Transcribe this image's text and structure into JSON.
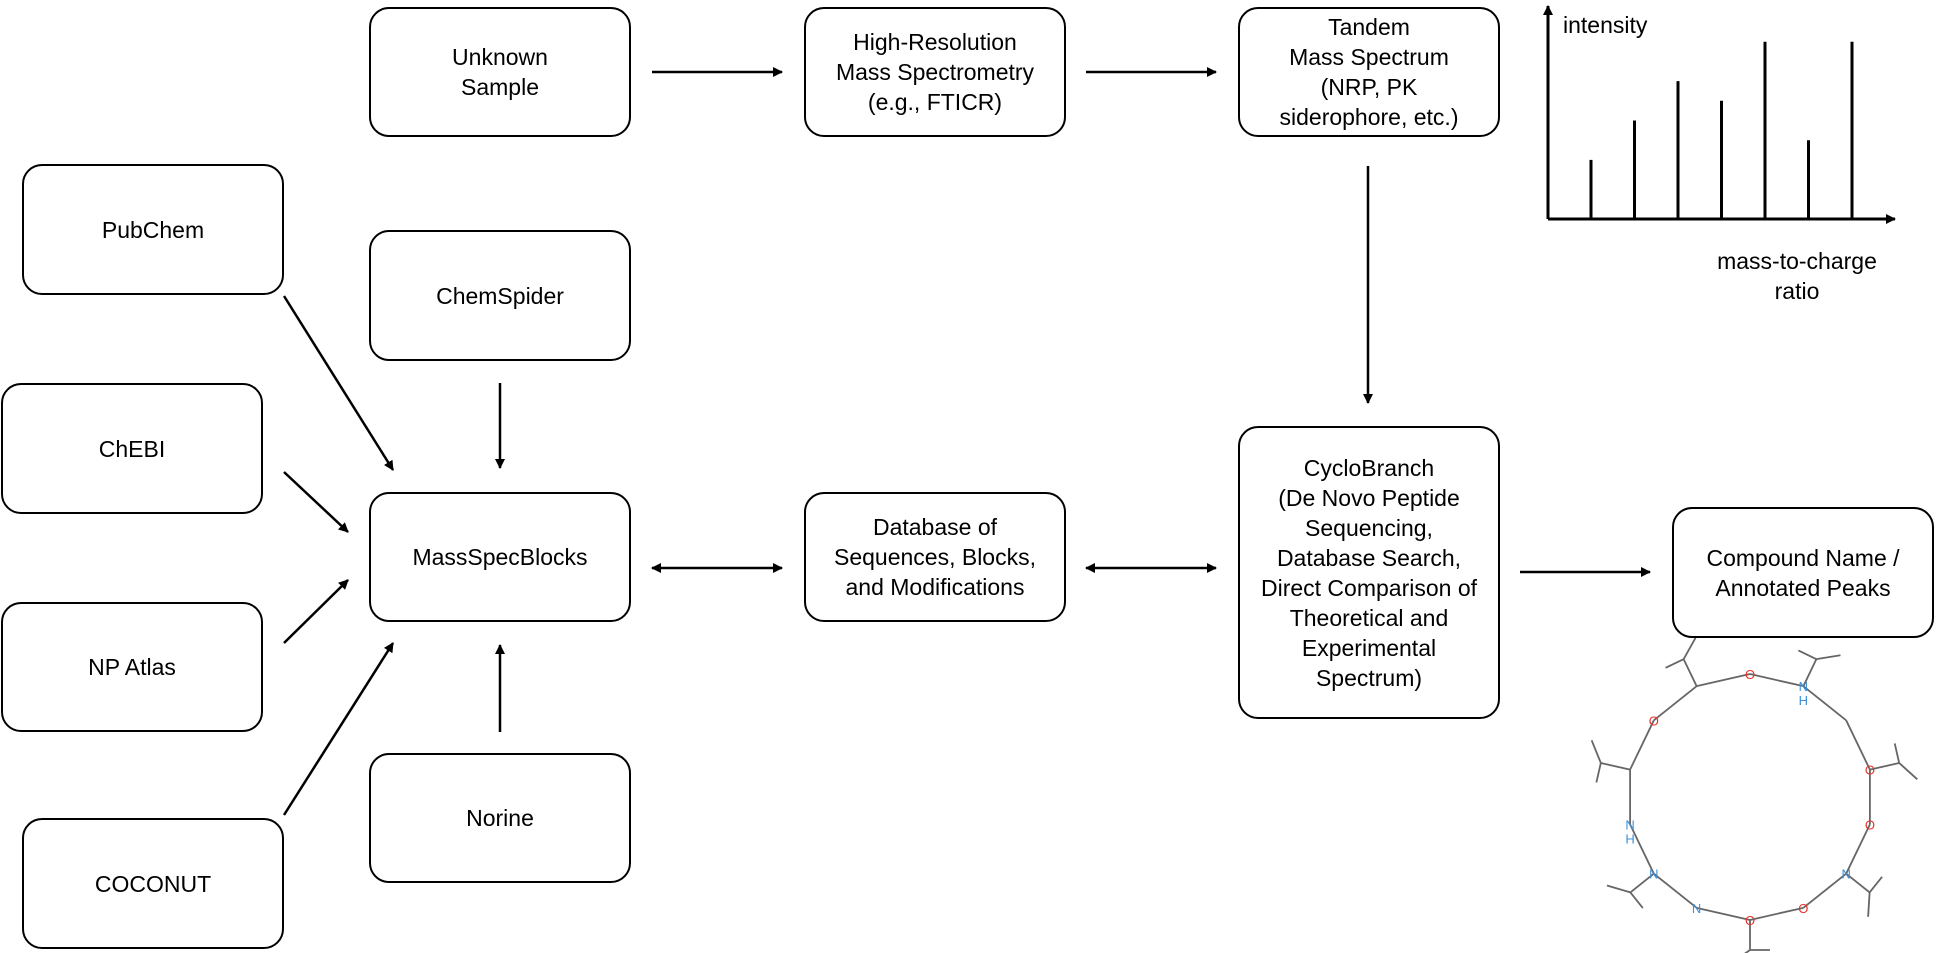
{
  "nodes": {
    "unknown_sample": "Unknown\nSample",
    "hrms": "High-Resolution\nMass Spectrometry\n(e.g., FTICR)",
    "tandem": "Tandem\nMass Spectrum\n(NRP, PK\nsiderophore, etc.)",
    "pubchem": "PubChem",
    "chemspider": "ChemSpider",
    "chebi": "ChEBI",
    "massspecblocks": "MassSpecBlocks",
    "database": "Database of\nSequences, Blocks,\nand Modifications",
    "cyclobranch": "CycloBranch\n(De Novo Peptide\nSequencing,\nDatabase Search,\nDirect Comparison of\nTheoretical and\nExperimental\nSpectrum)",
    "compound": "Compound Name /\nAnnotated Peaks",
    "np_atlas": "NP Atlas",
    "norine": "Norine",
    "coconut": "COCONUT"
  },
  "spectrum_plot": {
    "y_label": "intensity",
    "x_label": "mass-to-charge\nratio",
    "peaks": [
      0.3,
      0.5,
      0.7,
      0.6,
      0.9,
      0.4,
      0.9
    ]
  },
  "molecule": {
    "atom_labels": [
      "O",
      "N",
      "H",
      "O",
      "O",
      "N",
      "O",
      "O",
      "N",
      "N",
      "N",
      "H",
      "O"
    ],
    "colors": {
      "oxygen": "#e8342a",
      "nitrogen": "#3b8fd8",
      "bond": "#666666"
    }
  }
}
